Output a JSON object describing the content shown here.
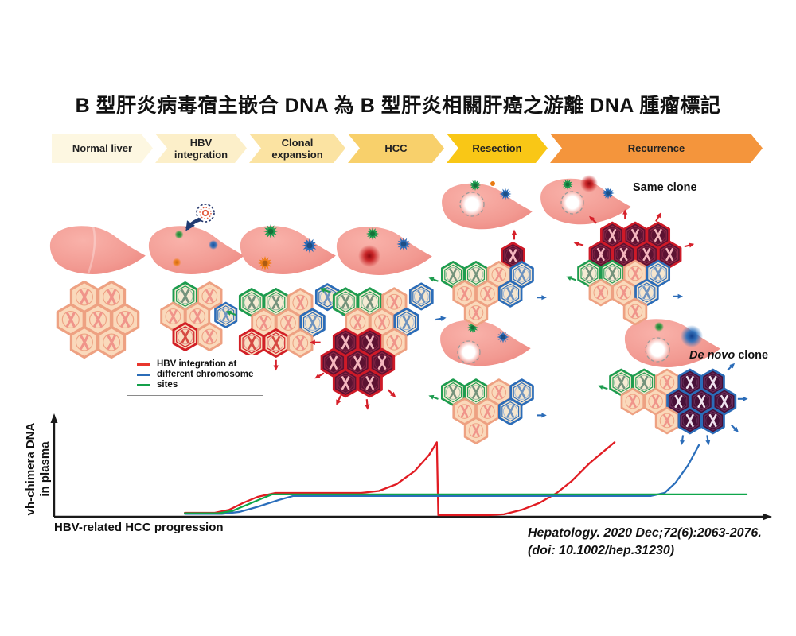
{
  "title": "B 型肝炎病毒宿主嵌合 DNA 為 B 型肝炎相關肝癌之游離 DNA 腫瘤標記",
  "stages": [
    {
      "label": "Normal liver",
      "color": "#FDF7E1"
    },
    {
      "label": "HBV integration",
      "color": "#FCEFC9"
    },
    {
      "label": "Clonal expansion",
      "color": "#FBE3A2"
    },
    {
      "label": "HCC",
      "color": "#F8D06B"
    },
    {
      "label": "Resection",
      "color": "#F9C716"
    },
    {
      "label": "Recurrence",
      "color": "#F4953C"
    }
  ],
  "annotations": {
    "same_clone": "Same clone",
    "de_novo_italic": "De novo",
    "de_novo_rest": " clone"
  },
  "legend": {
    "lines": [
      "HBV integration at",
      "different chromosome",
      "sites"
    ],
    "colors": [
      "#E8362D",
      "#2B6CB8",
      "#14A04A"
    ]
  },
  "chart": {
    "ylabel_line1": "vh-chimera DNA",
    "ylabel_line2": "in plasma",
    "xlabel": "HBV-related HCC progression"
  },
  "citation": {
    "line1": "Hepatology. 2020 Dec;72(6):2063-2076.",
    "line2": "(doi: 10.1002/hep.31230)"
  },
  "chart_data": {
    "type": "line",
    "xlabel": "HBV-related HCC progression",
    "ylabel": "vh-chimera DNA in plasma",
    "x_axis": "qualitative timeline, no ticks (0-100 relative)",
    "y_axis": "qualitative DNA level, no ticks (0-100 relative)",
    "grid": false,
    "legend_position": "none (external box: HBV integration at different chromosome sites)",
    "series": [
      {
        "id": "red-site",
        "name": "HBV integration site 1 (red clone: rises at HCC, falls at resection, same-clone recurrence)",
        "color": "#E11B22",
        "points": [
          [
            18.3,
            4
          ],
          [
            22.5,
            4
          ],
          [
            24.5,
            7
          ],
          [
            26.5,
            14
          ],
          [
            28.5,
            20
          ],
          [
            31,
            24
          ],
          [
            43,
            24
          ],
          [
            45.5,
            26
          ],
          [
            48,
            33
          ],
          [
            50.5,
            46
          ],
          [
            52.5,
            62
          ],
          [
            53.6,
            75
          ],
          [
            53.8,
            1.6
          ],
          [
            60.8,
            1.6
          ],
          [
            63,
            2.5
          ],
          [
            65.5,
            7
          ],
          [
            68,
            14
          ],
          [
            70.4,
            24
          ],
          [
            72.5,
            36
          ],
          [
            75,
            54
          ],
          [
            78.5,
            75
          ]
        ]
      },
      {
        "id": "blue-site",
        "name": "HBV integration site 2 (blue clone: plateau, late de novo rise)",
        "color": "#2A6EBB",
        "points": [
          [
            18.3,
            3
          ],
          [
            23.5,
            3
          ],
          [
            26,
            5
          ],
          [
            28.5,
            10
          ],
          [
            31.5,
            17
          ],
          [
            33.5,
            21
          ],
          [
            83.6,
            21
          ],
          [
            85.5,
            24
          ],
          [
            87,
            34
          ],
          [
            88.8,
            52
          ],
          [
            90.3,
            72
          ]
        ]
      },
      {
        "id": "green-site",
        "name": "HBV integration site 3 (green clone: stable plateau)",
        "color": "#0FA64A",
        "points": [
          [
            18.3,
            3.5
          ],
          [
            23,
            3.5
          ],
          [
            25,
            6
          ],
          [
            27,
            12
          ],
          [
            29,
            18
          ],
          [
            30.5,
            22.5
          ],
          [
            97,
            22.5
          ]
        ]
      }
    ]
  }
}
